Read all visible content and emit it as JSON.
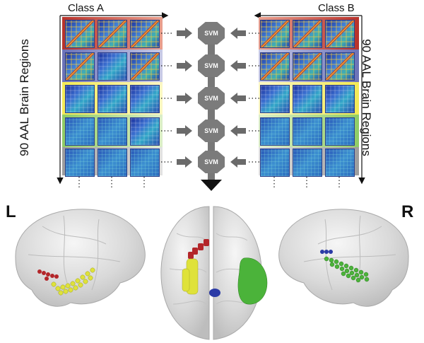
{
  "labels": {
    "class_a": "Class A",
    "class_b": "Class B",
    "left_axis": "90 AAL Brain Regions",
    "right_axis": "90 AAL Brain Regions",
    "svm": "SVM",
    "left_side": "L",
    "right_side": "R"
  },
  "bands": [
    {
      "color": "#c84a3a"
    },
    {
      "color": "#7f86c4"
    },
    {
      "color": "#f3ec7a"
    },
    {
      "color": "#9fd37a"
    },
    {
      "color": "#b9b9b9"
    }
  ],
  "colors": {
    "svm": "#7b7b7b",
    "region_red": "#b3262a",
    "region_yellow": "#dfe23a",
    "region_green": "#4bb33a",
    "region_blue": "#2a3aa6"
  }
}
